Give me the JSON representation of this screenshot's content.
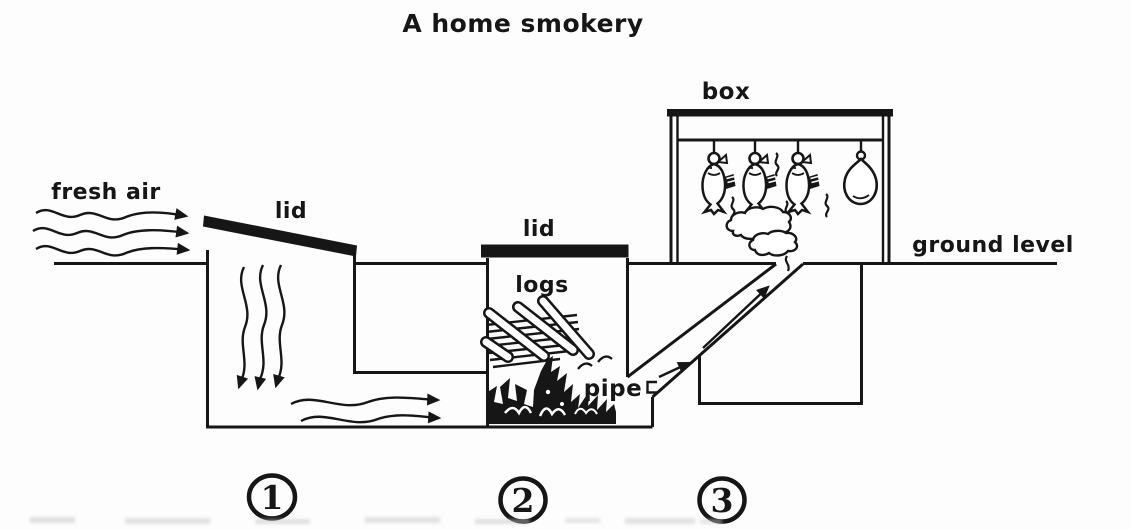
{
  "title": "A home smokery",
  "labels": {
    "fresh_air": "fresh air",
    "lid_pit1": "lid",
    "lid_pit2": "lid",
    "logs": "logs",
    "pipe": "pipe",
    "box": "box",
    "ground_level": "ground level"
  },
  "steps": [
    {
      "number": "1"
    },
    {
      "number": "2"
    },
    {
      "number": "3"
    }
  ],
  "figure_elements": {
    "hanging_fish_count": 3,
    "empty_hanging_loop_count": 1,
    "smoke_cloud_count": 2,
    "fresh_air_arrow_count": 3,
    "pit1_down_arrow_count": 3,
    "tunnel_arrow_count": 2,
    "pipe_arrow_count": 2
  },
  "colors": {
    "ink": "#161616",
    "background": "#fdfdfd"
  }
}
